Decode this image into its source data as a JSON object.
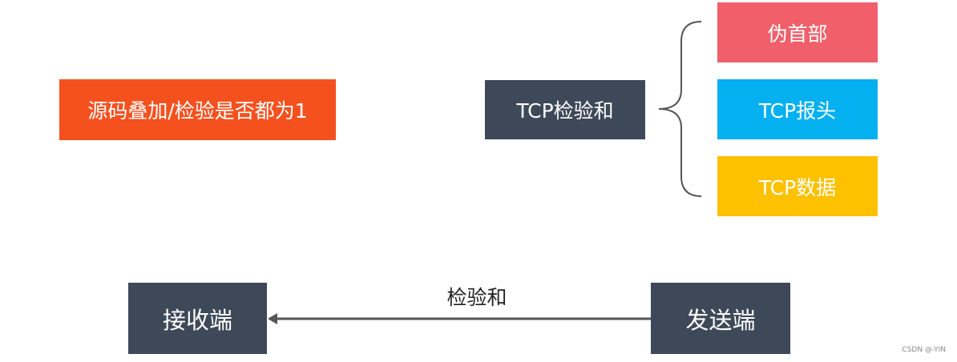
{
  "colors": {
    "orange": "#f4511e",
    "slate": "#3d4858",
    "red": "#f05f6a",
    "blue": "#04b0f0",
    "yellow": "#fdc100",
    "line": "#555555"
  },
  "boxes": {
    "source_check": "源码叠加/检验是否都为1",
    "tcp_checksum": "TCP检验和",
    "pseudo_header": "伪首部",
    "tcp_header": "TCP报头",
    "tcp_data": "TCP数据",
    "receiver": "接收端",
    "sender": "发送端"
  },
  "arrow_label": "检验和",
  "watermark": "CSDN @-YIN"
}
